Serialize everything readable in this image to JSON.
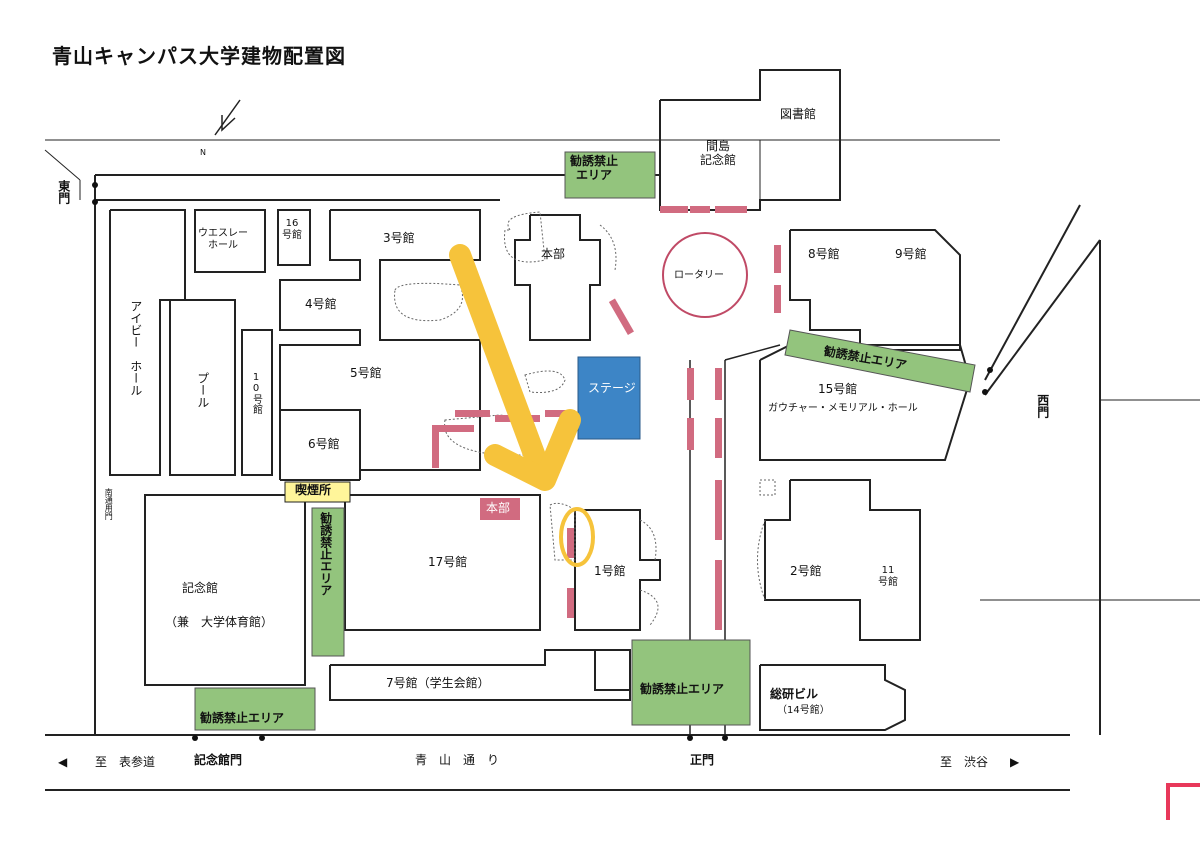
{
  "map": {
    "title": "青山キャンパス大学建物配置図",
    "north_label": "N",
    "buildings": {
      "toshokan": "図書館",
      "majima": "間島\n記念館",
      "b16": "16\n号館",
      "wesley": "ウエスレー\nホール",
      "b3": "3号館",
      "honbu": "本部",
      "rotary": "ロータリー",
      "b8": "8号館",
      "b9": "9号館",
      "b4": "4号館",
      "ivy": "アイビー　ホール",
      "pool": "プール",
      "b10": "10号館",
      "b5": "5号館",
      "b6": "6号館",
      "b15": "15号館",
      "gaucher": "ガウチャー・メモリアル・ホール",
      "kinenkan": "記念館",
      "kinenkan_sub": "（兼　大学体育館）",
      "b17": "17号館",
      "b1": "1号館",
      "b2": "2号館",
      "b11": "11\n号館",
      "b7": "7号館（学生会館）",
      "soken": "総研ビル",
      "soken_sub": "（14号館）"
    },
    "zones": {
      "kanyu_top": "勧誘禁止\nエリア",
      "kanyu_right": "勧誘禁止エリア",
      "kanyu_left_vertical": "勧誘禁止エリア",
      "kanyu_bottom_left": "勧誘禁止エリア",
      "kanyu_bottom_center": "勧誘禁止エリア"
    },
    "stage": "ステージ",
    "smoking": "喫煙所",
    "honbu_tent": "本部",
    "gates": {
      "east": "東門",
      "west": "西門",
      "south_service": "南通用門",
      "kinenkan_gate": "記念館門",
      "main_gate": "正門"
    },
    "roads": {
      "aoyama_dori": "青　山　通　り",
      "to_omotesando": "至　表参道",
      "to_shibuya": "至　渋谷",
      "left_arrow": "◀",
      "right_arrow": "▶"
    }
  },
  "colors": {
    "zone_green": "#93c47d",
    "stage_blue": "#3d85c6",
    "tent_red": "#d16b80",
    "highlight_yellow": "#f6c33b",
    "smoking_yellow": "#fff59a",
    "corner_mark": "#e8385a"
  }
}
